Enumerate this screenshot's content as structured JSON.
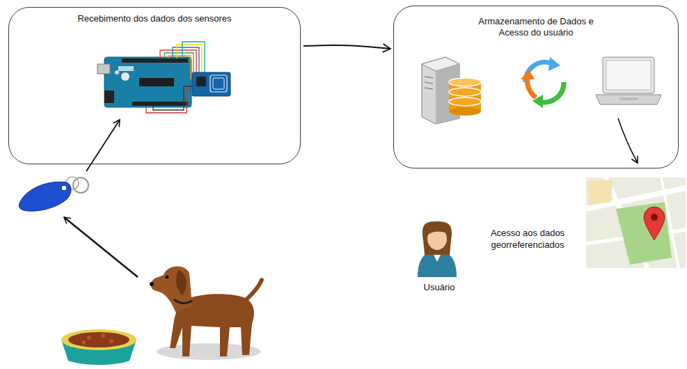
{
  "diagram": {
    "nodes": [
      {
        "text": [
          "Recebimento dos dados dos sensores"
        ]
      },
      {
        "text": [
          "Armazenamento de Dados e Acesso do usuário"
        ]
      }
    ],
    "edges": [
      {
        "from": 0,
        "to": 1,
        "arrow": "to"
      }
    ],
    "labels": [
      "Acesso aos dados georreferenciados",
      "Usuário"
    ]
  }
}
